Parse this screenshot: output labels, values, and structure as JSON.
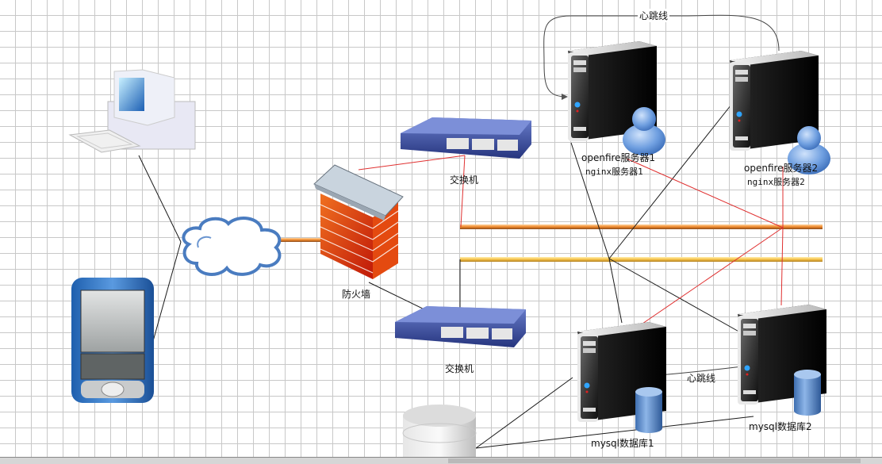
{
  "diagram": {
    "type": "network-topology",
    "labels": {
      "heartbeat_top": "心跳线",
      "heartbeat_bottom": "心跳线",
      "firewall": "防火墙",
      "switch_top": "交换机",
      "switch_bottom": "交换机",
      "server1_line1": "openfire服务器1",
      "server1_line2": "nginx服务器1",
      "server2_line1": "openfire服务器2",
      "server2_line2": "nginx服务器2",
      "db1": "mysql数据库1",
      "db2": "mysql数据库2"
    },
    "nodes": [
      {
        "id": "pc",
        "kind": "desktop-computer"
      },
      {
        "id": "pda",
        "kind": "handheld-device"
      },
      {
        "id": "internet",
        "kind": "cloud"
      },
      {
        "id": "firewall",
        "kind": "firewall"
      },
      {
        "id": "switch-top",
        "kind": "switch"
      },
      {
        "id": "switch-bottom",
        "kind": "switch"
      },
      {
        "id": "openfire-1",
        "kind": "server-with-user"
      },
      {
        "id": "openfire-2",
        "kind": "server-with-user"
      },
      {
        "id": "mysql-1",
        "kind": "server-with-database"
      },
      {
        "id": "mysql-2",
        "kind": "server-with-database"
      },
      {
        "id": "storage",
        "kind": "storage-cylinder"
      }
    ],
    "colors": {
      "link_black": "#1a1a1a",
      "link_red": "#e03030",
      "bus_orange": "#f08a2c",
      "bus_yellow": "#f7c24a",
      "grid": "#c8c8c8"
    }
  }
}
